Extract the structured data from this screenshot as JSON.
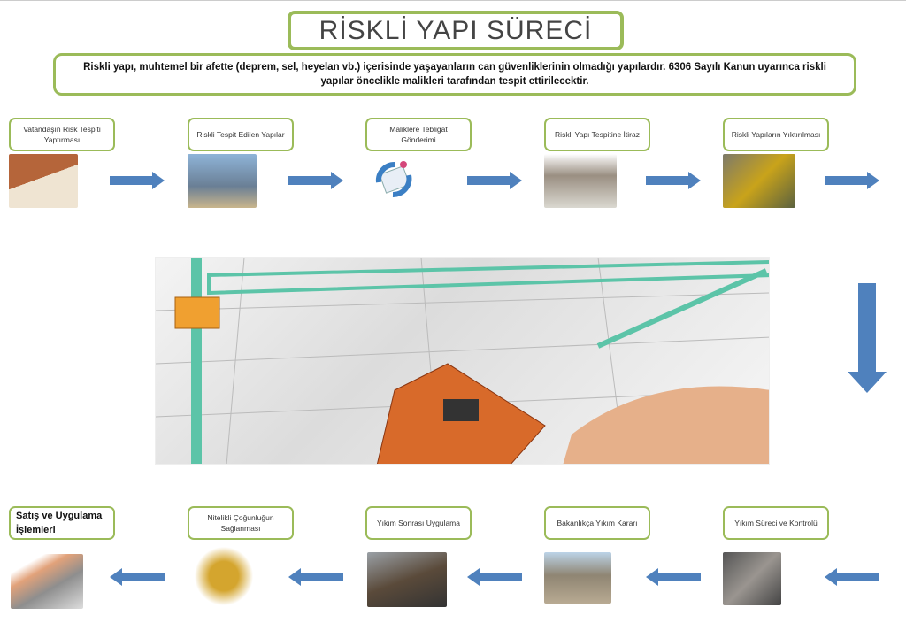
{
  "title": "RİSKLİ YAPI SÜRECİ",
  "description": "Riskli yapı, muhtemel bir afette (deprem, sel, heyelan vb.)  içerisinde yaşayanların can güvenliklerinin olmadığı yapılardır. 6306 Sayılı Kanun uyarınca riskli yapılar öncelikle malikleri tarafından tespit ettirilecektir.",
  "top_steps": [
    {
      "label": "Vatandaşın Risk Tespiti Yaptırması",
      "image": "house-image"
    },
    {
      "label": "Riskli Tespit Edilen Yapılar",
      "image": "construction-building-image"
    },
    {
      "label": "Maliklere Tebligat Gönderimi",
      "image": "mail-icon"
    },
    {
      "label": "Riskli Yapı Tespitine İtiraz",
      "image": "meeting-people-image"
    },
    {
      "label": "Riskli Yapıların Yıktırılması",
      "image": "excavator-demolition-image"
    }
  ],
  "bottom_steps": [
    {
      "label": "Satış ve Uygulama İşlemleri",
      "image": "calculator-image"
    },
    {
      "label": "Nitelikli Çoğunluğun Sağlanması",
      "image": "puzzle-people-image"
    },
    {
      "label": "Yıkım Sonrası Uygulama",
      "image": "boardroom-image"
    },
    {
      "label": "Bakanlıkça Yıkım Kararı",
      "image": "ruined-street-image"
    },
    {
      "label": "Yıkım Süreci ve Kontrolü",
      "image": "damaged-building-image"
    }
  ],
  "colors": {
    "border": "#9bbb59",
    "arrow": "#4f81bd"
  }
}
